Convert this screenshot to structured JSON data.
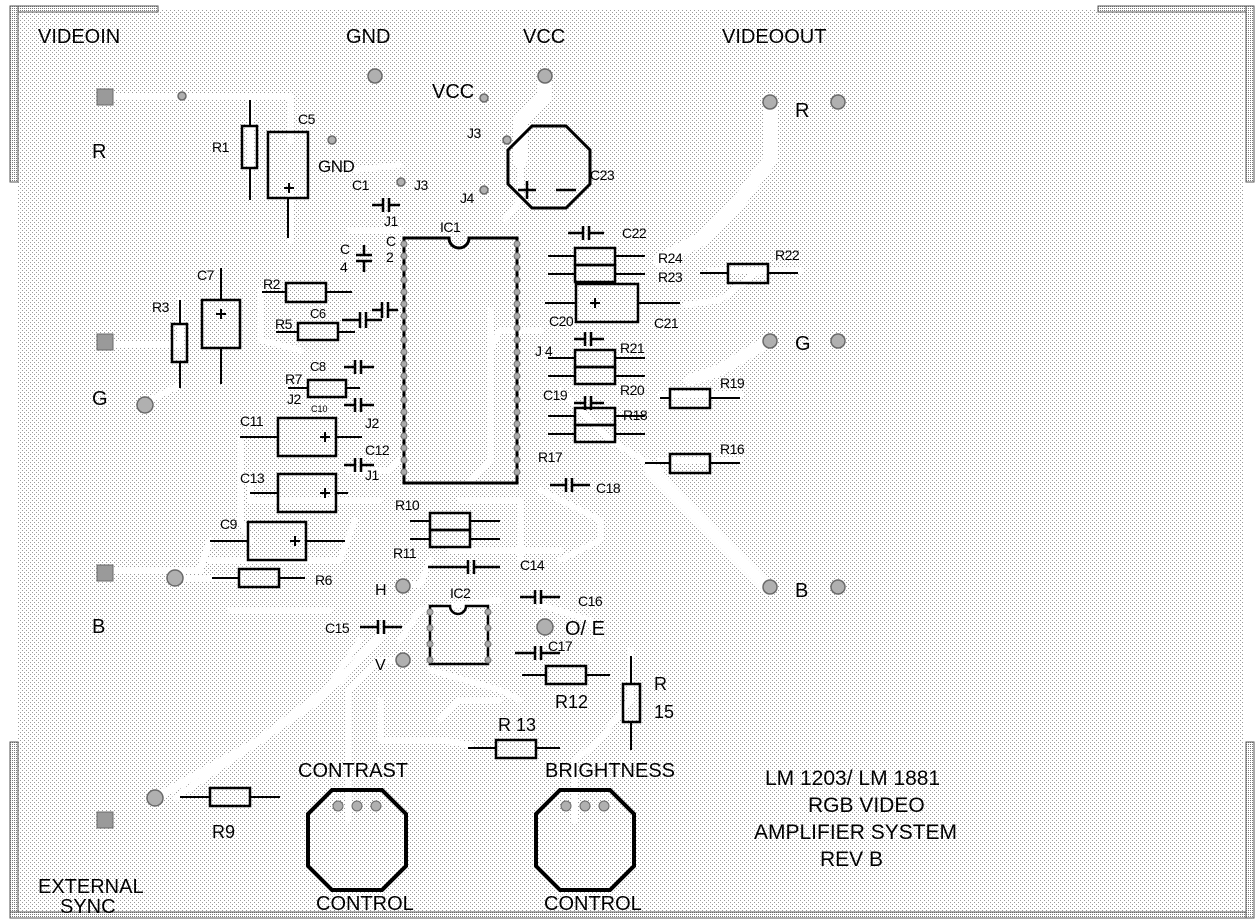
{
  "connectors": {
    "video_in": "VIDEOIN",
    "gnd": "GND",
    "vcc": "VCC",
    "video_out": "VIDEOOUT",
    "external_sync_line1": "EXTERNAL",
    "external_sync_line2": "SYNC"
  },
  "channels": {
    "in_r": "R",
    "in_g": "G",
    "in_b": "B",
    "out_r": "R",
    "out_g": "G",
    "out_b": "B"
  },
  "board_labels": {
    "vcc_pad": "VCC",
    "gnd_pad": "GND",
    "h": "H",
    "v": "V",
    "oe": "O/ E",
    "contrast": "CONTRAST",
    "brightness": "BRIGHTNESS",
    "control_left": "CONTROL",
    "control_right": "CONTROL"
  },
  "title_block": {
    "line1": "LM 1203/ LM 1881",
    "line2": "RGB VIDEO",
    "line3": "AMPLIFIER SYSTEM",
    "line4": "REV B"
  },
  "components": {
    "r1": "R1",
    "r2": "R2",
    "r3": "R3",
    "r5": "R5",
    "r6": "R6",
    "r7": "R7",
    "r9": "R9",
    "r10": "R10",
    "r11": "R11",
    "r12": "R12",
    "r13": "R 13",
    "r15a": "R",
    "r15b": "15",
    "r16": "R16",
    "r17": "R17",
    "r18": "R18",
    "r19": "R19",
    "r20": "R20",
    "r21": "R21",
    "r22": "R22",
    "r23": "R23",
    "r24": "R24",
    "c1": "C1",
    "c2a": "C",
    "c2b": "2",
    "c4a": "C",
    "c4b": "4",
    "c5": "C5",
    "c6": "C6",
    "c7": "C7",
    "c8": "C8",
    "c9": "C9",
    "c10": "C10",
    "c11": "C11",
    "c12": "C12",
    "c13": "C13",
    "c14": "C14",
    "c15": "C15",
    "c16": "C16",
    "c17": "C17",
    "c18": "C18",
    "c19": "C19",
    "c20": "C20",
    "c21": "C21",
    "c22": "C22",
    "c23": "C23",
    "ic1": "IC1",
    "ic2": "IC2",
    "j1a": "J1",
    "j1b": "J1",
    "j2a": "J2",
    "j2b": "J2",
    "j3a": "J3",
    "j3b": "J3",
    "j4a": "J4",
    "j4b": "J 4"
  }
}
